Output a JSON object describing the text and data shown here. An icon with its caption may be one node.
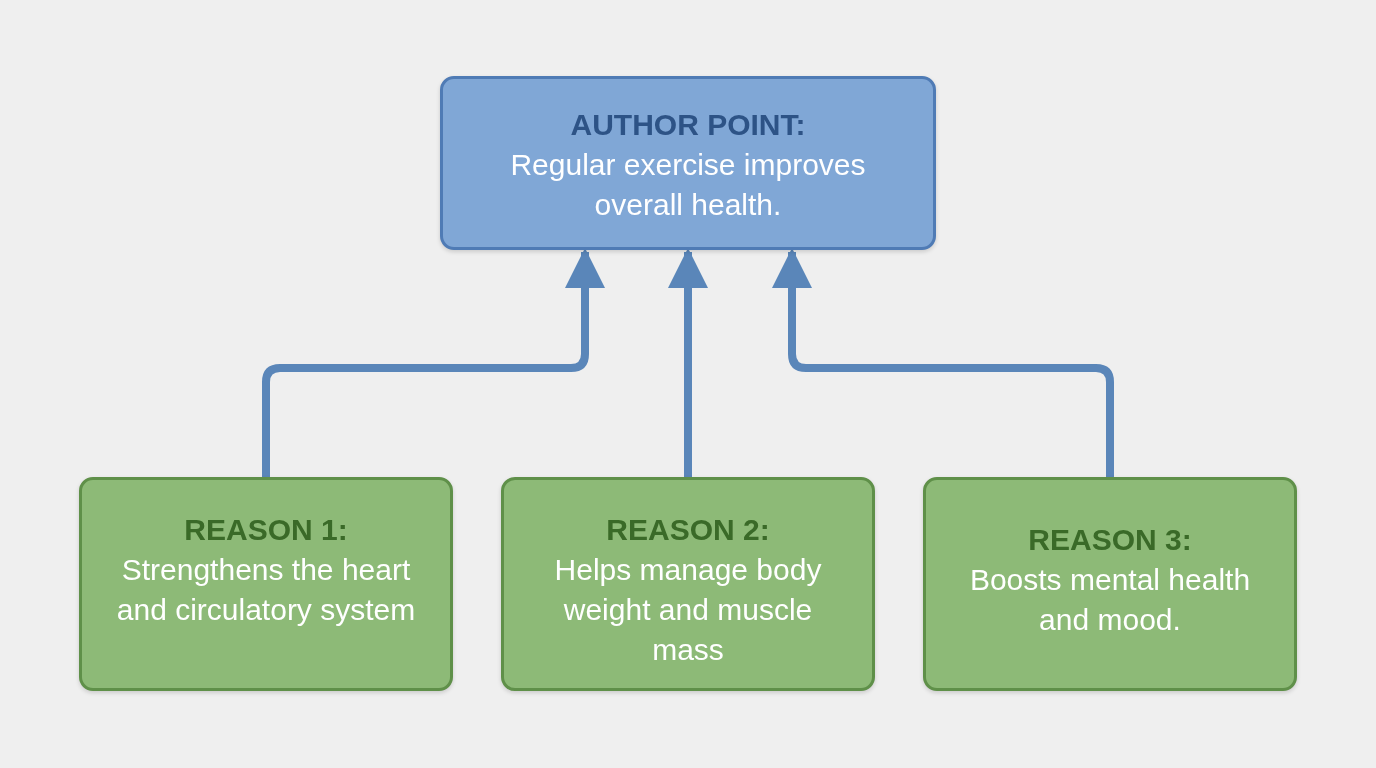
{
  "diagram": {
    "nodes": [
      {
        "text": [
          "AUTHOR POINT:",
          "Regular exercise improves overall health."
        ]
      },
      {
        "text": [
          "REASON 1:",
          "Strengthens the heart and circulatory system"
        ]
      },
      {
        "text": [
          "REASON 2:",
          "Helps manage body weight and muscle mass"
        ]
      },
      {
        "text": [
          "REASON 3:",
          "Boosts mental health and mood."
        ]
      }
    ],
    "edges": [
      {
        "from": 1,
        "to": 0,
        "arrow": "to"
      },
      {
        "from": 2,
        "to": 0,
        "arrow": "to"
      },
      {
        "from": 3,
        "to": 0,
        "arrow": "to"
      }
    ]
  }
}
